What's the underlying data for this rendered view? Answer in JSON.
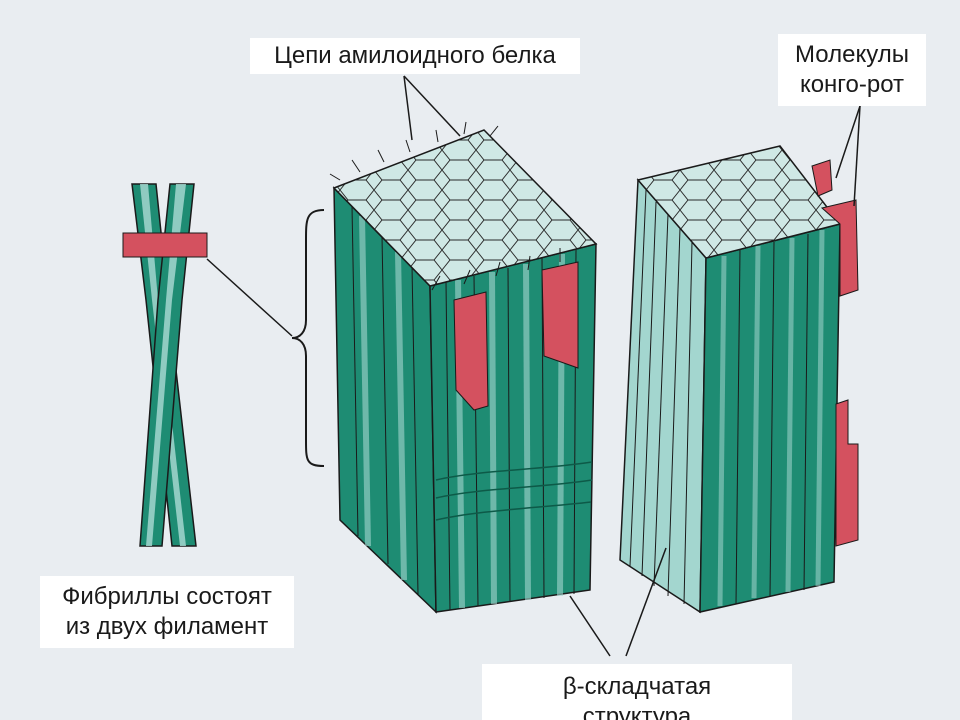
{
  "labels": {
    "chains": "Цепи амилоидного белка",
    "congo_red": [
      "Молекулы",
      "конго-рот"
    ],
    "fibrils": [
      "Фибриллы состоят",
      "из двух филамент"
    ],
    "beta_sheet": [
      "β-складчатая",
      "структура"
    ]
  },
  "colors": {
    "background": "#e9edf1",
    "filament_face": "#1e8c73",
    "filament_light": "#a3d6cf",
    "top_face": "#cfe8e5",
    "congo_red": "#d4515f",
    "outline": "#1a1a1a"
  }
}
